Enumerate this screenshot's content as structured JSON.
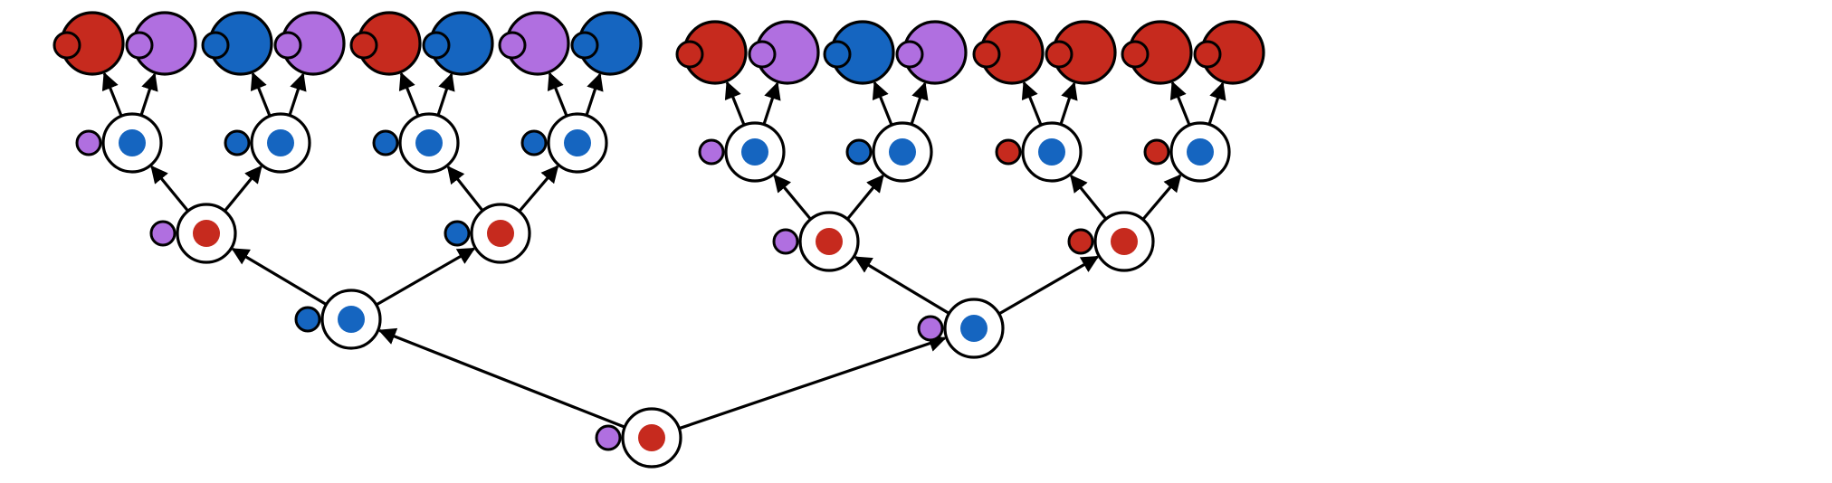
{
  "colors": {
    "red": "#c62a1e",
    "blue": "#1565c0",
    "purple": "#b06fe0",
    "white": "#ffffff",
    "stroke": "#000000"
  },
  "tree": {
    "root": {
      "core": "red",
      "side": "purple",
      "children": [
        {
          "core": "blue",
          "side": "blue",
          "children": [
            {
              "core": "red",
              "side": "purple",
              "children": [
                {
                  "core": "blue",
                  "side": "purple",
                  "leaves": [
                    {
                      "fill": "red",
                      "side": "red"
                    },
                    {
                      "fill": "purple",
                      "side": "purple"
                    }
                  ]
                },
                {
                  "core": "blue",
                  "side": "blue",
                  "leaves": [
                    {
                      "fill": "blue",
                      "side": "blue"
                    },
                    {
                      "fill": "purple",
                      "side": "purple"
                    }
                  ]
                }
              ]
            },
            {
              "core": "red",
              "side": "blue",
              "children": [
                {
                  "core": "blue",
                  "side": "blue",
                  "leaves": [
                    {
                      "fill": "red",
                      "side": "red"
                    },
                    {
                      "fill": "blue",
                      "side": "blue"
                    }
                  ]
                },
                {
                  "core": "blue",
                  "side": "blue",
                  "leaves": [
                    {
                      "fill": "purple",
                      "side": "purple"
                    },
                    {
                      "fill": "blue",
                      "side": "blue"
                    }
                  ]
                }
              ]
            }
          ]
        },
        {
          "core": "blue",
          "side": "purple",
          "children": [
            {
              "core": "red",
              "side": "purple",
              "children": [
                {
                  "core": "blue",
                  "side": "purple",
                  "leaves": [
                    {
                      "fill": "red",
                      "side": "red"
                    },
                    {
                      "fill": "purple",
                      "side": "purple"
                    }
                  ]
                },
                {
                  "core": "blue",
                  "side": "blue",
                  "leaves": [
                    {
                      "fill": "blue",
                      "side": "blue"
                    },
                    {
                      "fill": "purple",
                      "side": "purple"
                    }
                  ]
                }
              ]
            },
            {
              "core": "red",
              "side": "red",
              "children": [
                {
                  "core": "blue",
                  "side": "red",
                  "leaves": [
                    {
                      "fill": "red",
                      "side": "red"
                    },
                    {
                      "fill": "red",
                      "side": "red"
                    }
                  ]
                },
                {
                  "core": "blue",
                  "side": "red",
                  "leaves": [
                    {
                      "fill": "red",
                      "side": "red"
                    },
                    {
                      "fill": "red",
                      "side": "red"
                    }
                  ]
                }
              ]
            }
          ]
        }
      ]
    }
  }
}
